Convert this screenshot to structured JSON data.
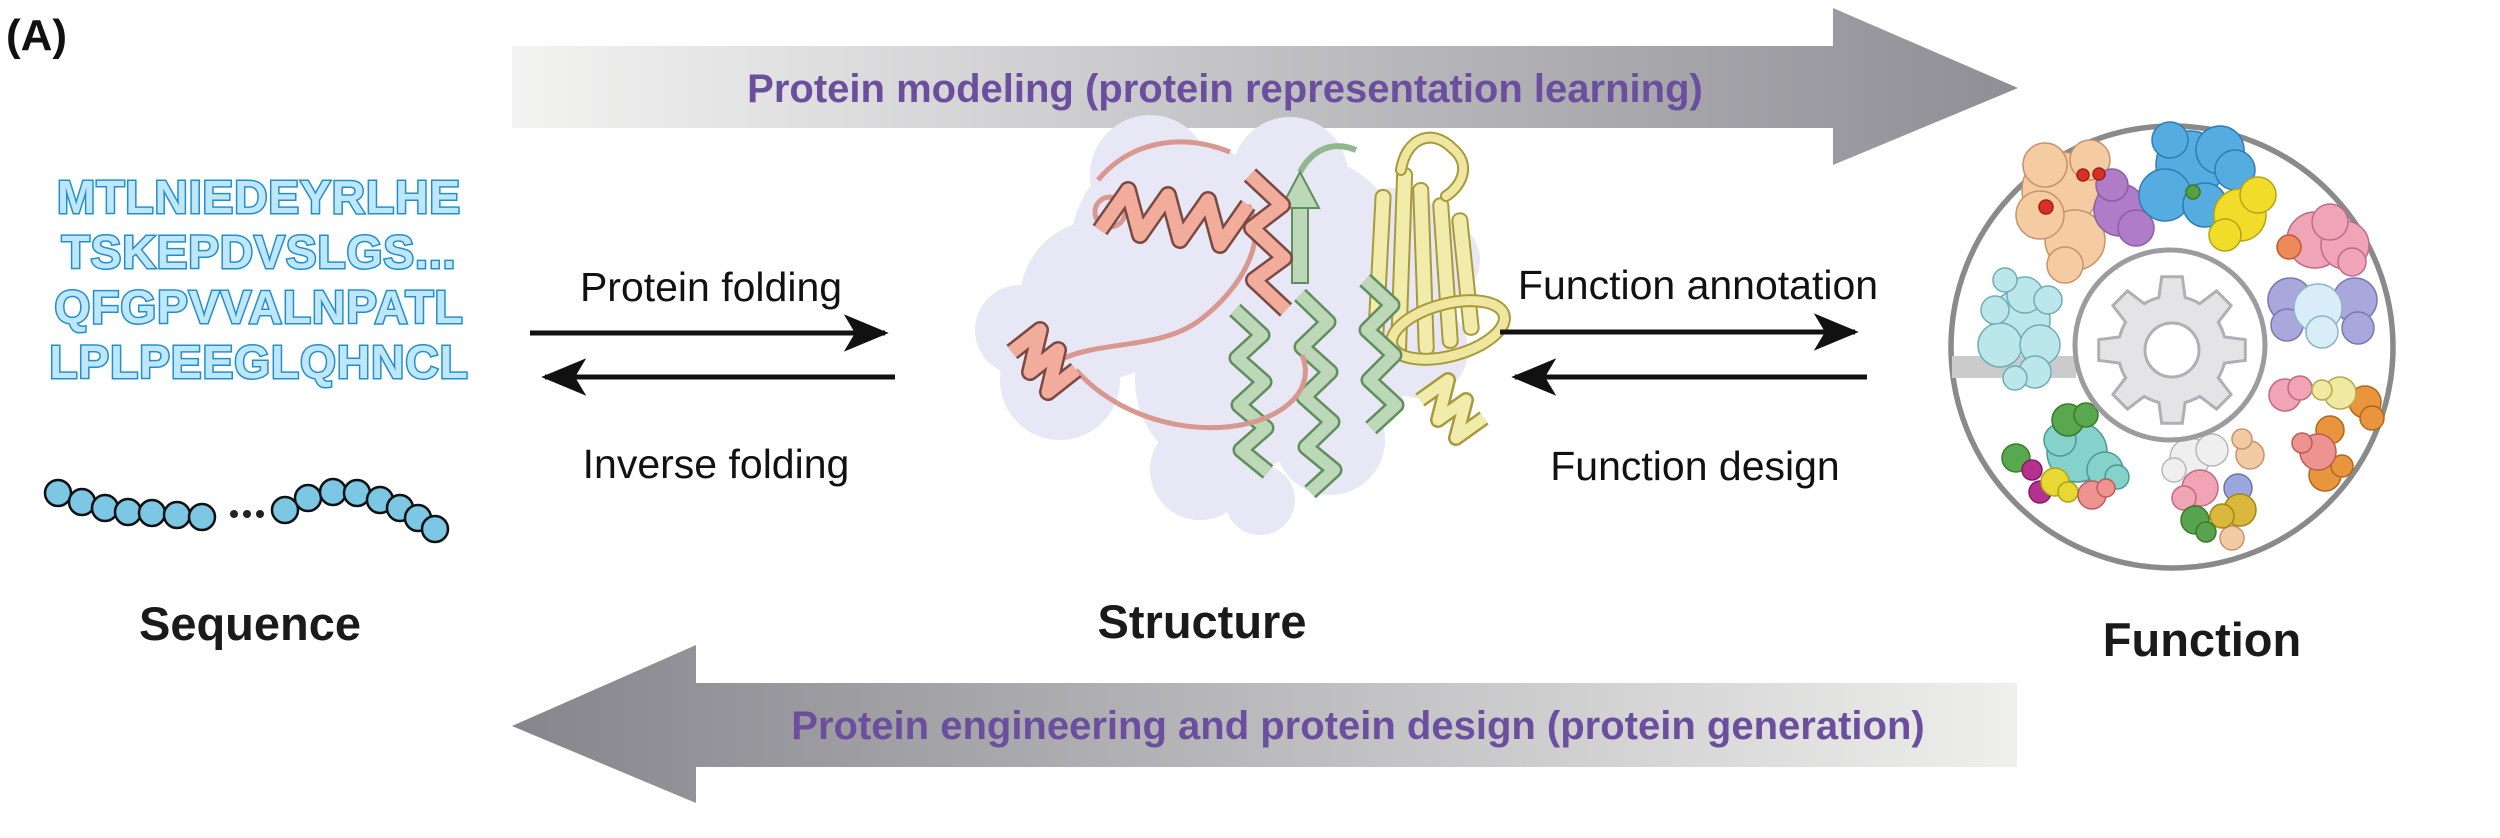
{
  "panel": {
    "label": "(A)"
  },
  "top_banner": {
    "label": "Protein modeling (protein representation learning)"
  },
  "bottom_banner": {
    "label": "Protein engineering and protein design (protein generation)"
  },
  "sequence": {
    "label": "Sequence",
    "lines": [
      "MTLNIEDEYRLHE",
      "TSKEPDVSLGS...",
      "QFGPVVALNPATL",
      "LPLPEEGLQHNCL"
    ]
  },
  "structure": {
    "label": "Structure"
  },
  "function": {
    "label": "Function"
  },
  "transitions": {
    "protein_folding": "Protein folding",
    "inverse_folding": "Inverse folding",
    "function_annotation": "Function annotation",
    "function_design": "Function design"
  },
  "colors": {
    "sequence_text_outline": "#1E90CE",
    "sequence_text_fill": "#BFE6F9",
    "banner_text": "#6B4F9E",
    "banner_gradient_light": "#F2F2F1",
    "banner_gradient_dark": "#8F8E95",
    "bead_fill": "#7CC7E4",
    "structure_pink": "#F2AC9C",
    "structure_green": "#BCD8B8",
    "structure_yellow": "#F2ECAC",
    "structure_halo": "#E7E7F5",
    "function_ring": "#8A8A8A",
    "gear_fill": "#E4E4E7"
  }
}
